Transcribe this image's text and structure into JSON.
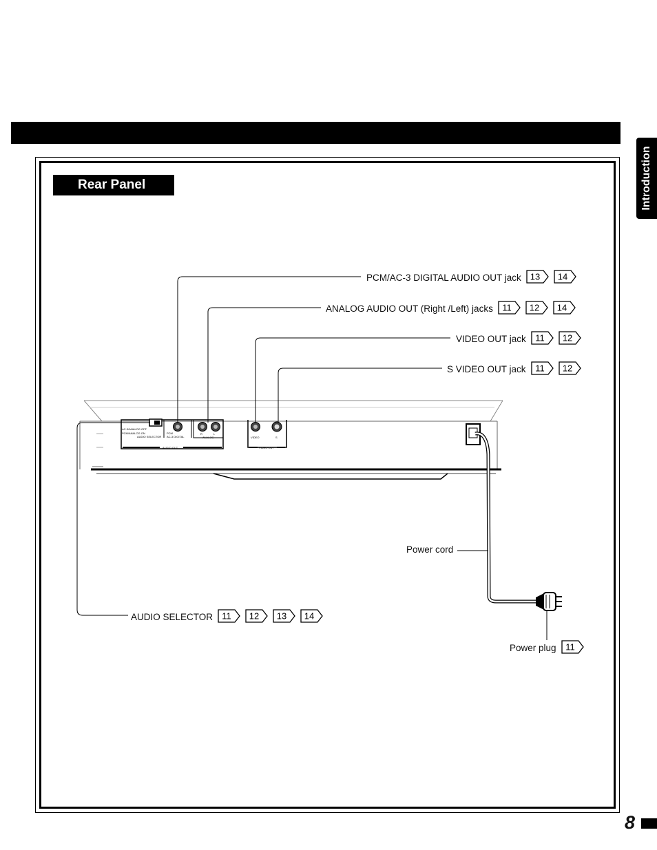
{
  "side_tab": {
    "label": "Introduction"
  },
  "section": {
    "title": "Rear Panel"
  },
  "callouts": {
    "pcm_digital": {
      "label": "PCM/AC-3 DIGITAL AUDIO OUT jack",
      "pages": [
        "13",
        "14"
      ]
    },
    "analog_out": {
      "label": "ANALOG AUDIO OUT (Right /Left) jacks",
      "pages": [
        "11",
        "12",
        "14"
      ]
    },
    "video_out": {
      "label": "VIDEO OUT jack",
      "pages": [
        "11",
        "12"
      ]
    },
    "s_video_out": {
      "label": "S VIDEO OUT jack",
      "pages": [
        "11",
        "12"
      ]
    },
    "audio_selector": {
      "label": "AUDIO SELECTOR",
      "pages": [
        "11",
        "12",
        "13",
        "14"
      ]
    },
    "power_cord": {
      "label": "Power cord"
    },
    "power_plug": {
      "label": "Power plug",
      "pages": [
        "11"
      ]
    }
  },
  "panel_labels": {
    "ac3_analog_off": "AC-3/ANALOG OFF",
    "pcm_analog_on": "PCM/ANALOG ON",
    "audio_selector": "AUDIO SELECTOR",
    "pcm": "PCM",
    "ac3_digital": "AC-3 DIGITAL",
    "r": "R",
    "l": "L",
    "analog": "ANALOG",
    "audio_out": "AUDIO OUT",
    "video": "VIDEO",
    "s": "S",
    "video_out": "VIDEO OUT"
  },
  "footer": {
    "page_number": "8"
  }
}
